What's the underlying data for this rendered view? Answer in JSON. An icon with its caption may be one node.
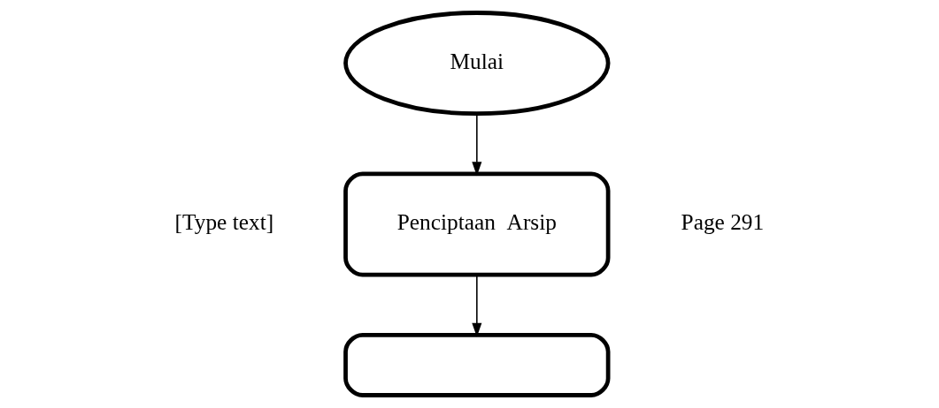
{
  "diagram": {
    "nodes": [
      {
        "text": [
          "Mulai"
        ]
      },
      {
        "text": [
          "Penciptaan  Arsip"
        ]
      },
      {
        "text": [],
        "shape": "box"
      }
    ],
    "edges": [
      {
        "from": 0,
        "to": 1,
        "arrow": "to"
      },
      {
        "from": 1,
        "to": 2,
        "arrow": "to"
      }
    ],
    "labels": [
      "[Type text]",
      "Page 291"
    ]
  }
}
